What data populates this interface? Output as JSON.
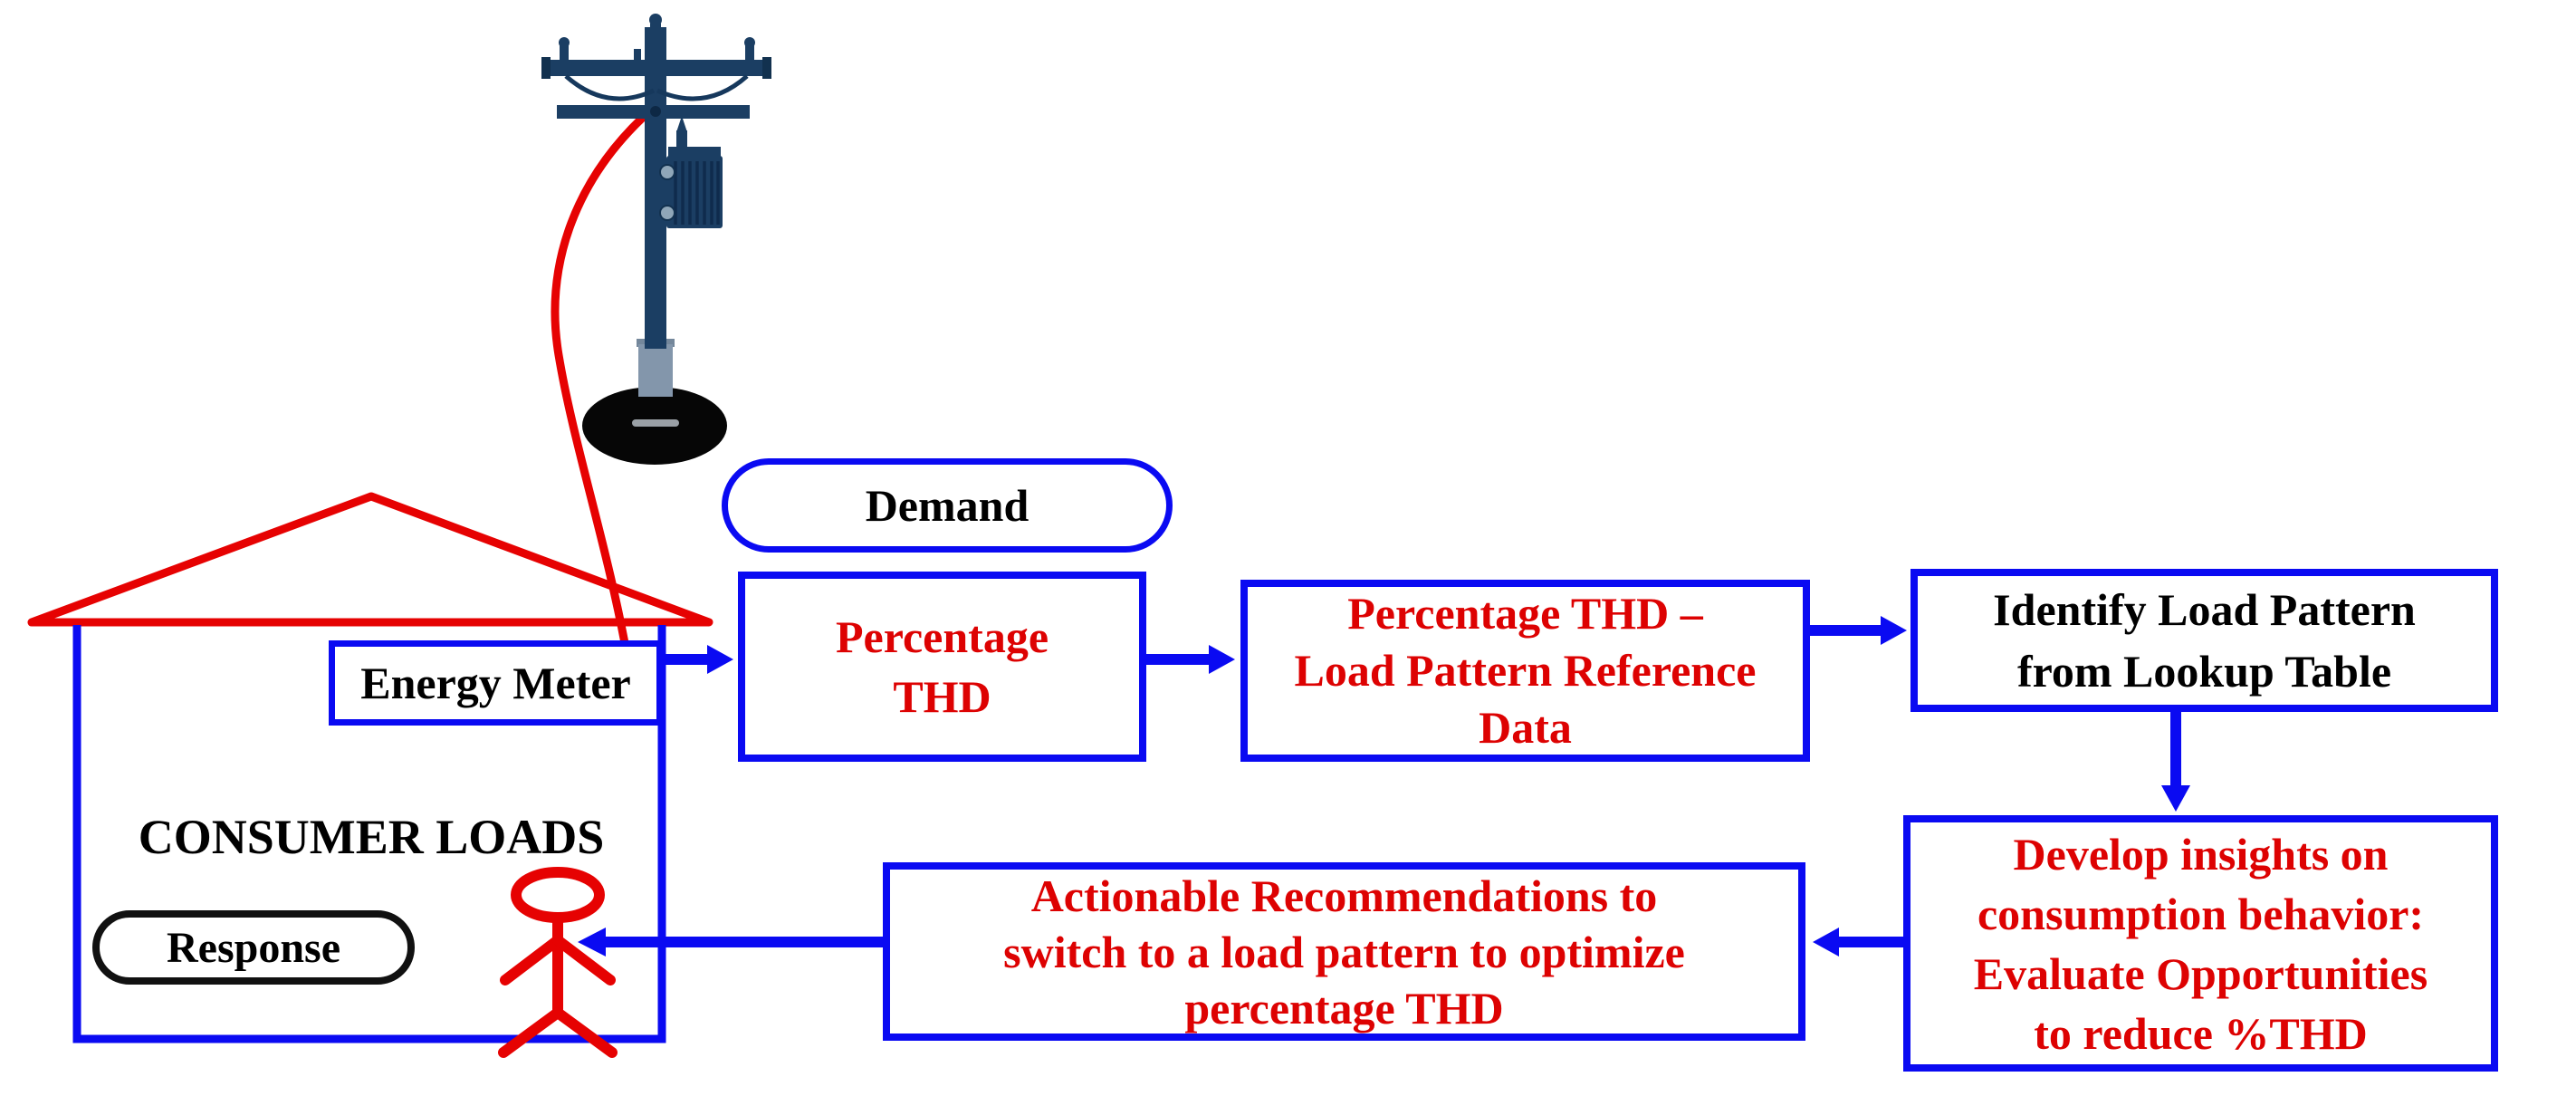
{
  "figure": {
    "demand_label": "Demand",
    "energy_meter_label": "Energy Meter",
    "consumer_loads_label": "CONSUMER LOADS",
    "response_label": "Response"
  },
  "flow_boxes": [
    {
      "name": "percentage-thd",
      "text_color": "#dd0202",
      "lines": [
        "Percentage",
        "THD"
      ]
    },
    {
      "name": "thd-load-pattern-reference",
      "text_color": "#dd0202",
      "lines": [
        "Percentage THD –",
        "Load Pattern Reference",
        "Data"
      ]
    },
    {
      "name": "identify-load-pattern",
      "text_color": "#000000",
      "lines": [
        "Identify Load Pattern",
        "from Lookup Table"
      ]
    },
    {
      "name": "develop-insights",
      "text_color": "#dd0202",
      "lines": [
        "Develop insights on",
        "consumption behavior:",
        "Evaluate Opportunities",
        "to reduce %THD"
      ]
    },
    {
      "name": "actionable-recommendations",
      "text_color": "#dd0202",
      "lines": [
        "Actionable Recommendations to",
        "switch to a load pattern to optimize",
        "percentage THD"
      ]
    }
  ],
  "colors": {
    "flow_blue": "#0a0af2",
    "diagram_red": "#e60202",
    "text_red": "#dd0202",
    "text_black": "#000000",
    "pole_navy": "#1b3e63",
    "pole_rib": "#0f2b4d",
    "pole_base_gray": "#8396ab",
    "ground_black": "#060606"
  },
  "icons": {
    "utility-pole-icon": "distribution pole with crossarms and transformer",
    "power-line-icon": "red service drop wire from pole to meter",
    "house-icon": "consumer house outline with red roof",
    "stick-figure-icon": "red stick person (consumer)",
    "flow-arrow": "thick blue process arrow"
  }
}
